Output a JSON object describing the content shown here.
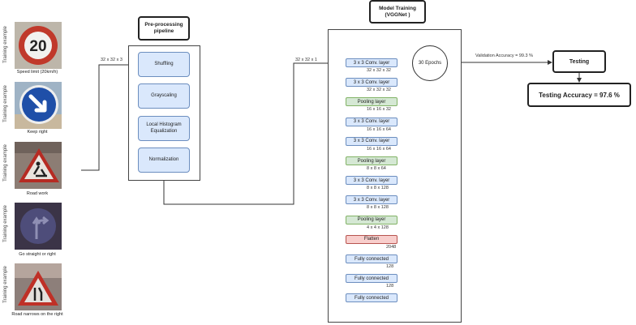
{
  "training_examples": [
    {
      "side_label": "Training example",
      "caption": "Speed limit (20km/h)",
      "sign_text": "20"
    },
    {
      "side_label": "Training example",
      "caption": "Keep right"
    },
    {
      "side_label": "Training example",
      "caption": "Road work"
    },
    {
      "side_label": "Training example",
      "caption": "Go straight or right"
    },
    {
      "side_label": "Training example",
      "caption": "Road narrows on the right"
    }
  ],
  "preprocessing": {
    "title": "Pre-processing pipeline",
    "input_shape": "32 x 32 x 3",
    "steps": [
      "Shuffling",
      "Grayscaling",
      "Local Histogram Equalization",
      "Normalization"
    ]
  },
  "model": {
    "title": "Model Training (VGGNet )",
    "input_shape": "32 x 32 x 1",
    "epochs_label": "30 Epochs",
    "layers": [
      {
        "label": "3 x 3 Conv. layer",
        "kind": "conv",
        "out": "32 x 32 x 32"
      },
      {
        "label": "3 x 3 Conv. layer",
        "kind": "conv",
        "out": "32 x 32 x 32"
      },
      {
        "label": "Pooling layer",
        "kind": "pool",
        "out": "16 x 16 x 32"
      },
      {
        "label": "3 x 3 Conv. layer",
        "kind": "conv",
        "out": "16 x 16 x 64"
      },
      {
        "label": "3 x 3 Conv. layer",
        "kind": "conv",
        "out": "16 x 16 x 64"
      },
      {
        "label": "Pooling layer",
        "kind": "pool",
        "out": "8 x 8 x 64"
      },
      {
        "label": "3 x 3 Conv. layer",
        "kind": "conv",
        "out": "8 x 8 x 128"
      },
      {
        "label": "3 x 3 Conv. layer",
        "kind": "conv",
        "out": "8 x 8 x 128"
      },
      {
        "label": "Pooling layer",
        "kind": "pool",
        "out": "4 x 4 x 128"
      },
      {
        "label": "Flatten",
        "kind": "flat",
        "out": "2048"
      },
      {
        "label": "Fully connected",
        "kind": "conv",
        "out": "128"
      },
      {
        "label": "Fully connected",
        "kind": "conv",
        "out": "128"
      },
      {
        "label": "Fully connected",
        "kind": "conv",
        "out": ""
      }
    ]
  },
  "validation_label": "Validation Accuracy = 99.3 %",
  "testing": {
    "title": "Testing",
    "accuracy": "Testing Accuracy = 97.6 %"
  },
  "colors": {
    "conv_fill": "#dae8fc",
    "pool_fill": "#d5e8d4",
    "flat_fill": "#f8cecc",
    "sign_red": "#c0392b",
    "sign_blue": "#1f4fa8"
  }
}
